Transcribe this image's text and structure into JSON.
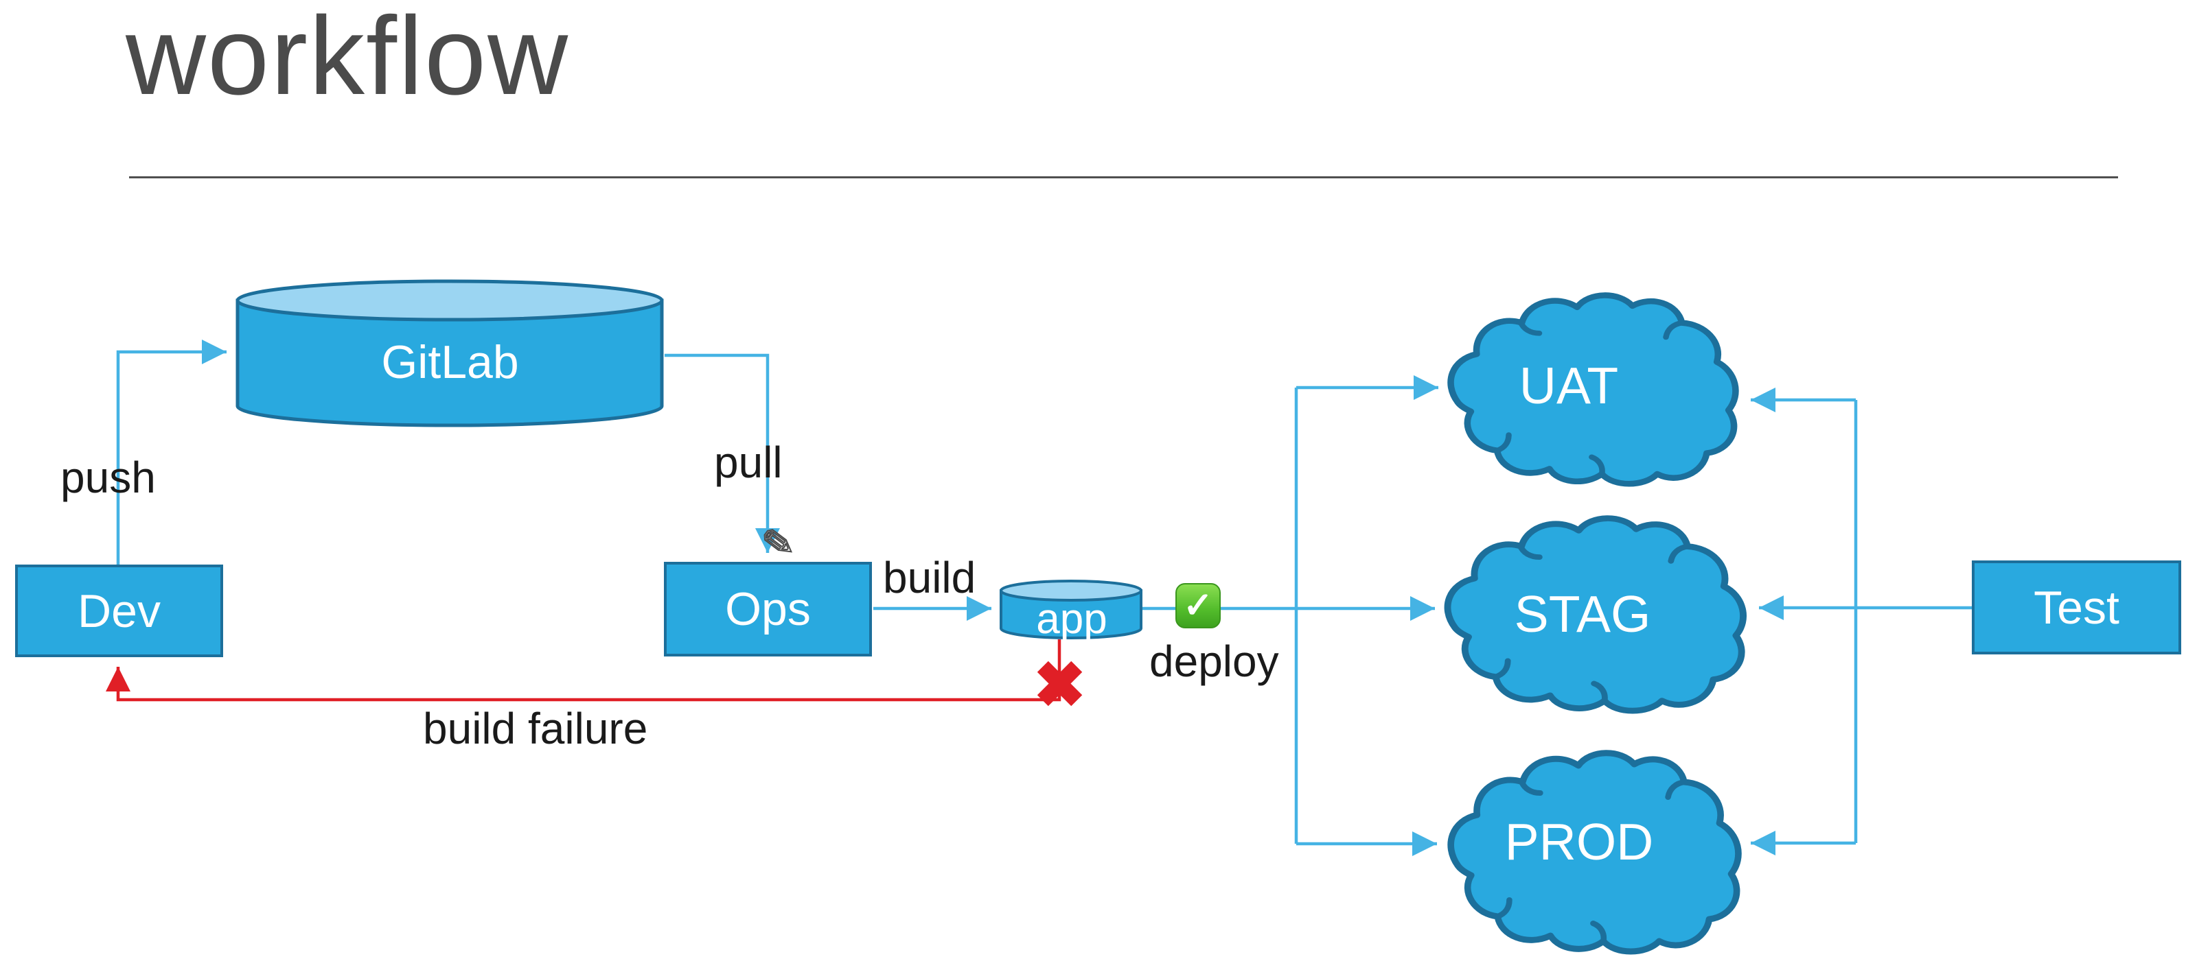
{
  "slide": {
    "title": "workflow"
  },
  "colors": {
    "node_fill": "#29A9DF",
    "node_border": "#1C6F9B",
    "cylinder_top": "#9BD5F2",
    "connector_blue": "#45B3E4",
    "failure_red": "#E01F26",
    "success_green": "#4CBB2F",
    "title_gray": "#4B4B4B",
    "label_black": "#1A1A1A"
  },
  "nodes": {
    "gitlab": {
      "label": "GitLab",
      "shape": "cylinder"
    },
    "dev": {
      "label": "Dev",
      "shape": "rect"
    },
    "ops": {
      "label": "Ops",
      "shape": "rect"
    },
    "app": {
      "label": "app",
      "shape": "cylinder"
    },
    "test": {
      "label": "Test",
      "shape": "rect"
    },
    "uat": {
      "label": "UAT",
      "shape": "cloud"
    },
    "stag": {
      "label": "STAG",
      "shape": "cloud"
    },
    "prod": {
      "label": "PROD",
      "shape": "cloud"
    }
  },
  "edges": {
    "push": {
      "label": "push",
      "from": "Dev",
      "to": "GitLab"
    },
    "pull": {
      "label": "pull",
      "from": "GitLab",
      "to": "Ops"
    },
    "build": {
      "label": "build",
      "from": "Ops",
      "to": "app"
    },
    "deploy": {
      "label": "deploy",
      "from": "app",
      "to": "UAT / STAG / PROD"
    },
    "build_failure": {
      "label": "build failure",
      "from": "app",
      "to": "Dev"
    },
    "test_feedback": {
      "label": "",
      "from": "Test",
      "to": "UAT / STAG / PROD"
    }
  },
  "icons": {
    "success_check": {
      "glyph": "✓"
    },
    "failure_x": {
      "glyph": "✖"
    },
    "pen_cursor": {
      "glyph": "✎"
    }
  }
}
